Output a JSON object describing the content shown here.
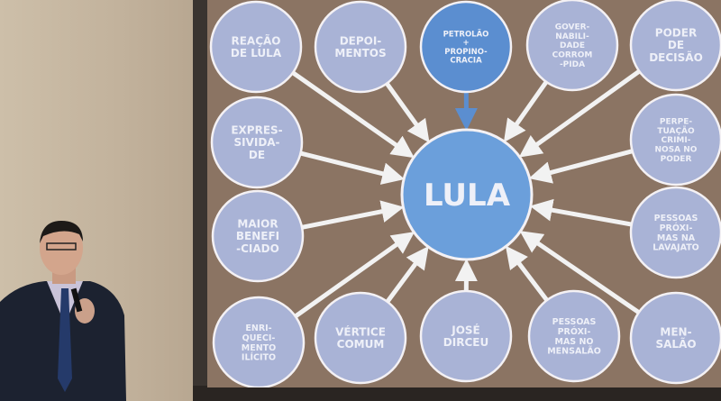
{
  "slide": {
    "center": {
      "lines": [
        "LULA"
      ]
    },
    "nodes": [
      {
        "id": "reacao",
        "lines": [
          "REAÇÃO",
          "DE LULA"
        ],
        "highlight": false
      },
      {
        "id": "depoimentos",
        "lines": [
          "DEPOI-",
          "MENTOS"
        ],
        "highlight": false
      },
      {
        "id": "petrolao",
        "lines": [
          "PETROLÃO",
          "+",
          "PROPINO-",
          "CRACIA"
        ],
        "highlight": true
      },
      {
        "id": "governabilidade",
        "lines": [
          "GOVER-",
          "NABILI-",
          "DADE",
          "CORROM",
          "-PIDA"
        ],
        "highlight": false
      },
      {
        "id": "poder",
        "lines": [
          "PODER",
          "DE",
          "DECISÃO"
        ],
        "highlight": false
      },
      {
        "id": "expressividade",
        "lines": [
          "EXPRES-",
          "SIVIDA-",
          "DE"
        ],
        "highlight": false
      },
      {
        "id": "perpetuacao",
        "lines": [
          "PERPE-",
          "TUAÇÃO",
          "CRIMI-",
          "NOSA NO",
          "PODER"
        ],
        "highlight": false
      },
      {
        "id": "maior",
        "lines": [
          "MAIOR",
          "BENEFI",
          "-CIADO"
        ],
        "highlight": false
      },
      {
        "id": "lavajato",
        "lines": [
          "PESSOAS",
          "PRÓXI-",
          "MAS NA",
          "LAVAJATO"
        ],
        "highlight": false
      },
      {
        "id": "enriquecimento",
        "lines": [
          "ENRI-",
          "QUECI-",
          "MENTO",
          "ILÍCITO"
        ],
        "highlight": false
      },
      {
        "id": "vertice",
        "lines": [
          "VÉRTICE",
          "COMUM"
        ],
        "highlight": false
      },
      {
        "id": "dirceu",
        "lines": [
          "JOSÉ",
          "DIRCEU"
        ],
        "highlight": false
      },
      {
        "id": "mensalao-pessoas",
        "lines": [
          "PESSOAS",
          "PRÓXI-",
          "MAS NO",
          "MENSALÃO"
        ],
        "highlight": false
      },
      {
        "id": "mensalao",
        "lines": [
          "MEN-",
          "SALÃO"
        ],
        "highlight": false
      }
    ],
    "colors": {
      "background": "#8b7463",
      "node": "#a9b3d6",
      "highlight": "#5b8ed0",
      "center": "#6b9fdb",
      "text": "#eef0f8",
      "arrow": "#f2f2f2"
    }
  }
}
